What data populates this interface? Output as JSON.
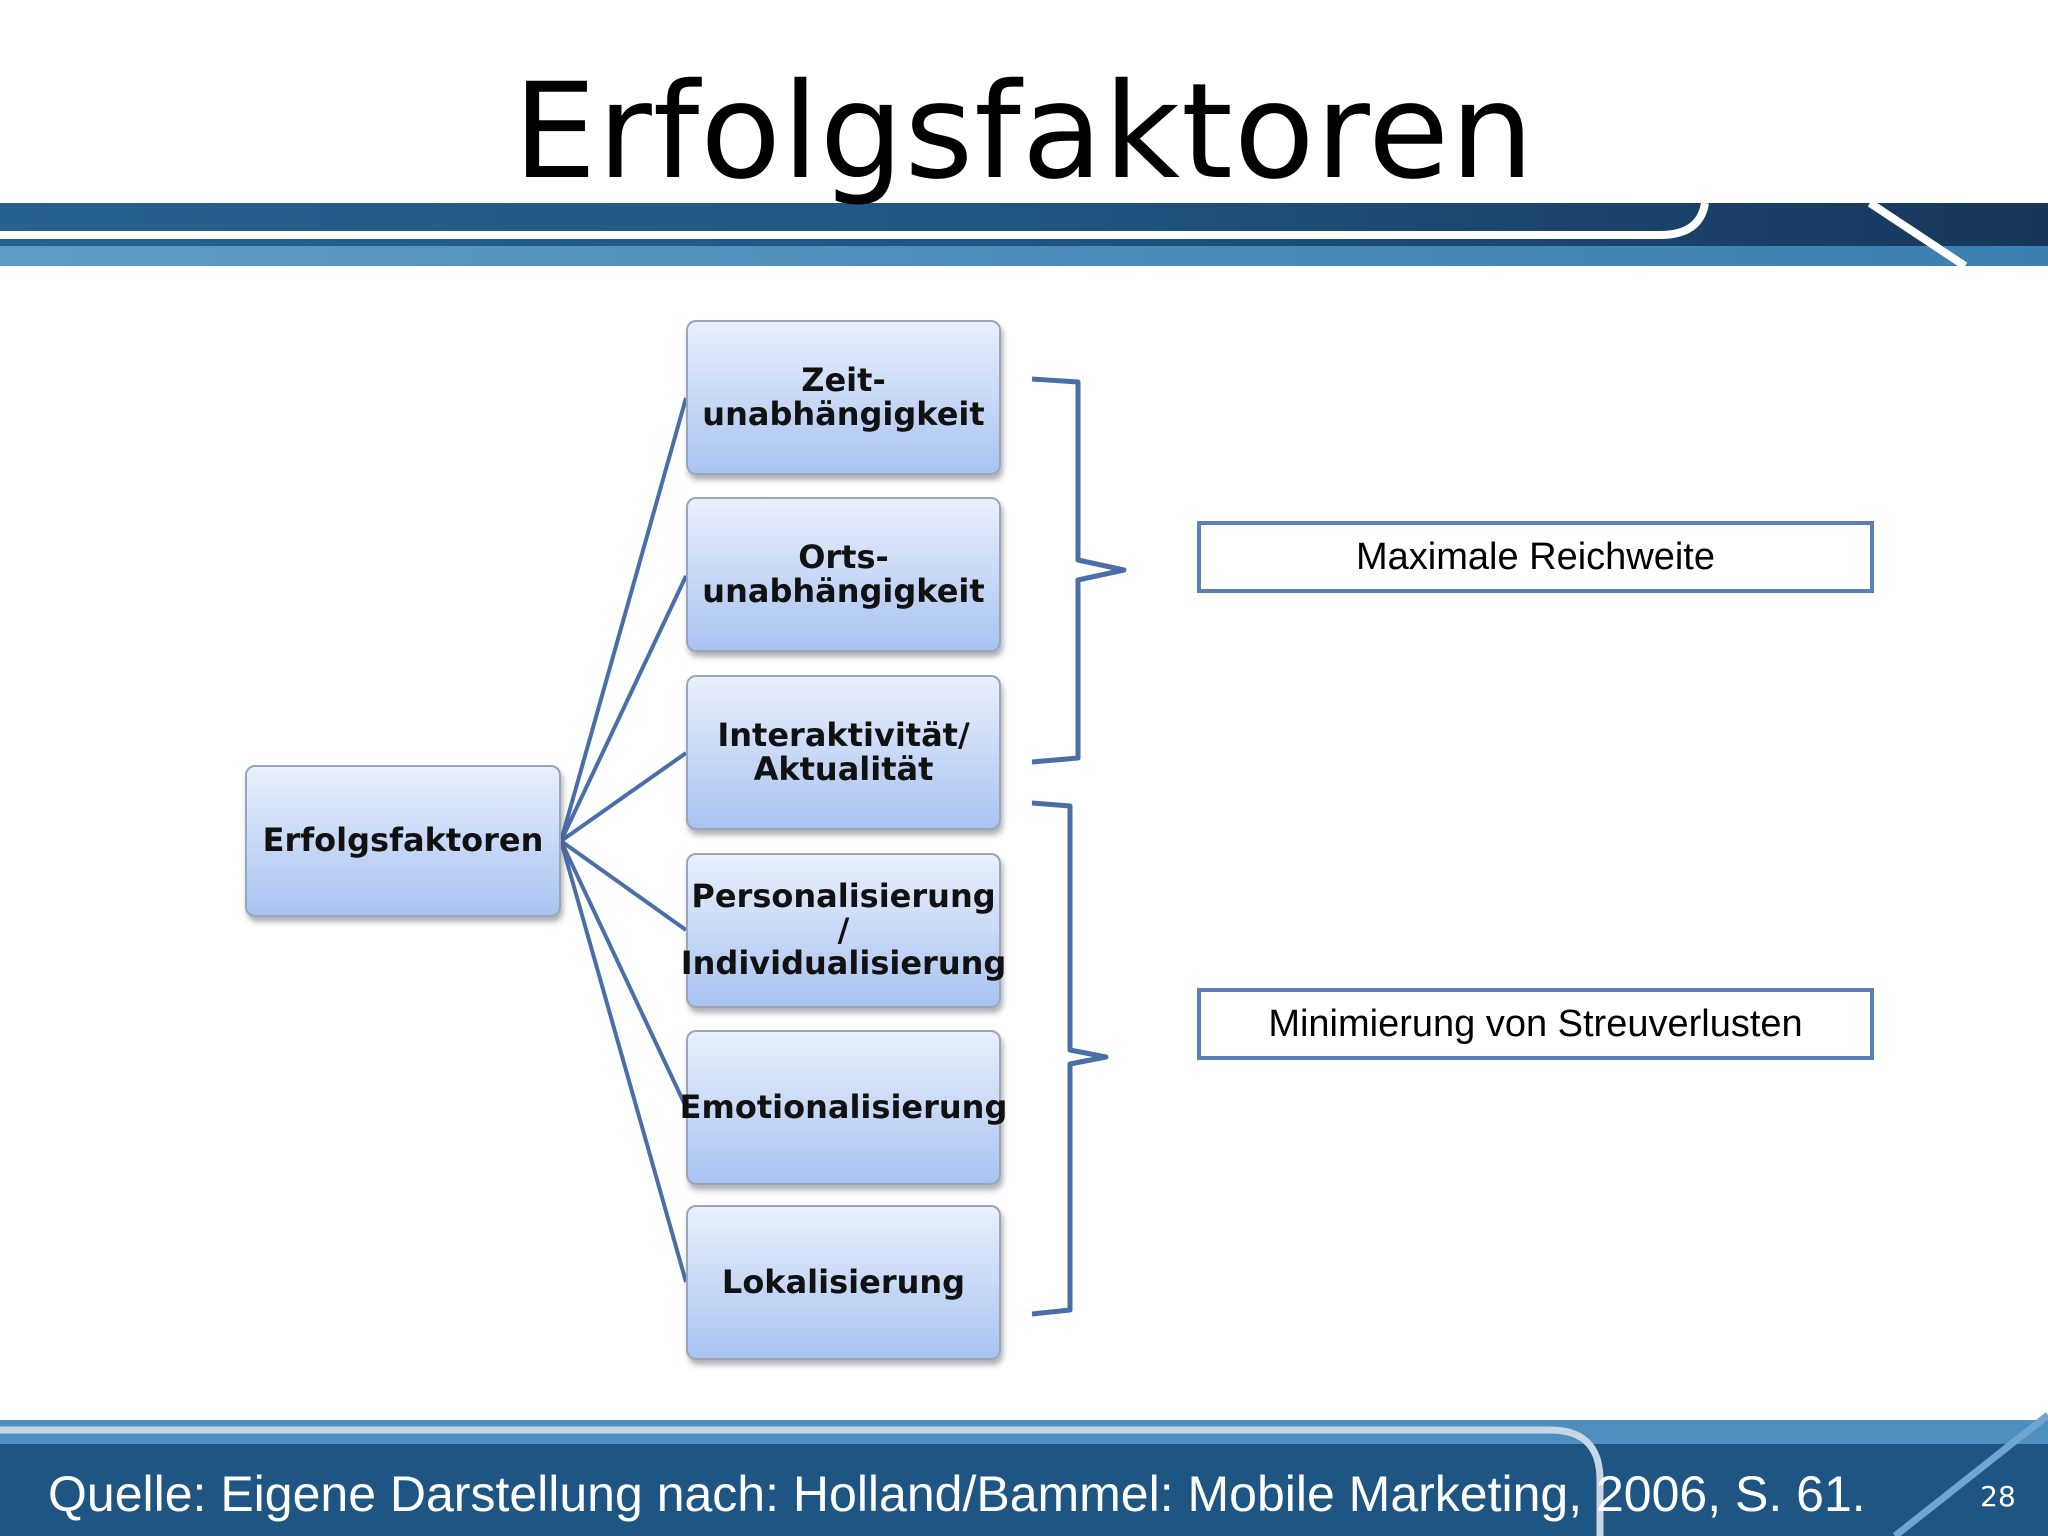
{
  "slide": {
    "title": "Erfolgsfaktoren",
    "page_number": "28",
    "source": "Quelle: Eigene Darstellung nach: Holland/Bammel: Mobile Marketing, 2006, S. 61."
  },
  "diagram": {
    "root": {
      "label": "Erfolgsfaktoren"
    },
    "factors": [
      {
        "line1": "Zeit-",
        "line2": "unabhängigkeit"
      },
      {
        "line1": "Orts-",
        "line2": "unabhängigkeit"
      },
      {
        "line1": "Interaktivität/",
        "line2": "Aktualität"
      },
      {
        "line1": "Personalisierung /",
        "line2": "Individualisierung"
      },
      {
        "line1": "Emotionalisierung",
        "line2": ""
      },
      {
        "line1": "Lokalisierung",
        "line2": ""
      }
    ],
    "outcomes": [
      {
        "label": "Maximale Reichweite"
      },
      {
        "label": "Minimierung von Streuverlusten"
      }
    ]
  },
  "colors": {
    "accent_dark": "#1e4f7d",
    "accent_light": "#4f8fc0",
    "connector": "#4a6ea8",
    "node_fill": "#bcd0f4"
  }
}
